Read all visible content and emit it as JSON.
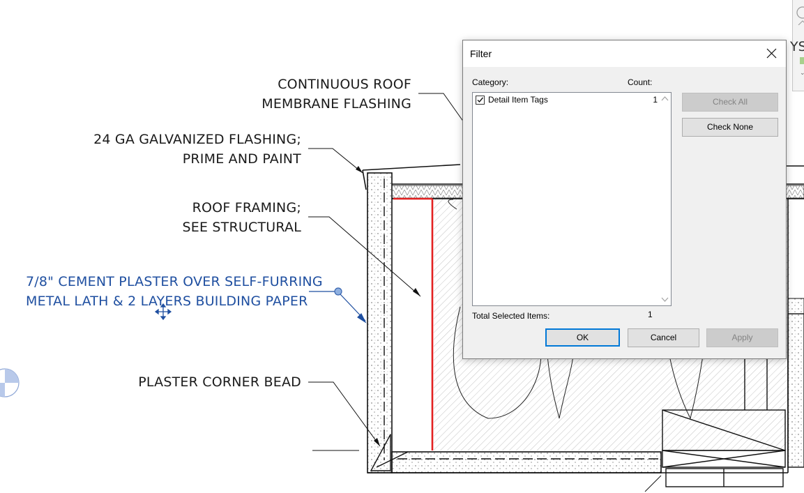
{
  "notes": {
    "roof_membrane_line1": "CONTINUOUS ROOF",
    "roof_membrane_line2": "MEMBRANE FLASHING",
    "flashing_line1": "24 GA GALVANIZED FLASHING;",
    "flashing_line2": "PRIME AND PAINT",
    "roof_framing_line1": "ROOF FRAMING;",
    "roof_framing_line2": "SEE STRUCTURAL",
    "plaster_line1": "7/8\" CEMENT PLASTER OVER SELF-FURRING",
    "plaster_line2": "METAL LATH & 2 LAYERS BUILDING PAPER",
    "corner_bead": "PLASTER CORNER BEAD"
  },
  "ribbon": {
    "partial_label": "YS"
  },
  "dialog": {
    "title": "Filter",
    "category_header": "Category:",
    "count_header": "Count:",
    "items": [
      {
        "label": "Detail Item Tags",
        "count": "1",
        "checked": true
      }
    ],
    "total_label": "Total Selected Items:",
    "total_value": "1",
    "buttons": {
      "check_all": "Check All",
      "check_none": "Check None",
      "ok": "OK",
      "cancel": "Cancel",
      "apply": "Apply"
    }
  },
  "colors": {
    "selected_annotation": "#1f4fa0",
    "highlight_red": "#e32020",
    "accent": "#0078d7"
  }
}
